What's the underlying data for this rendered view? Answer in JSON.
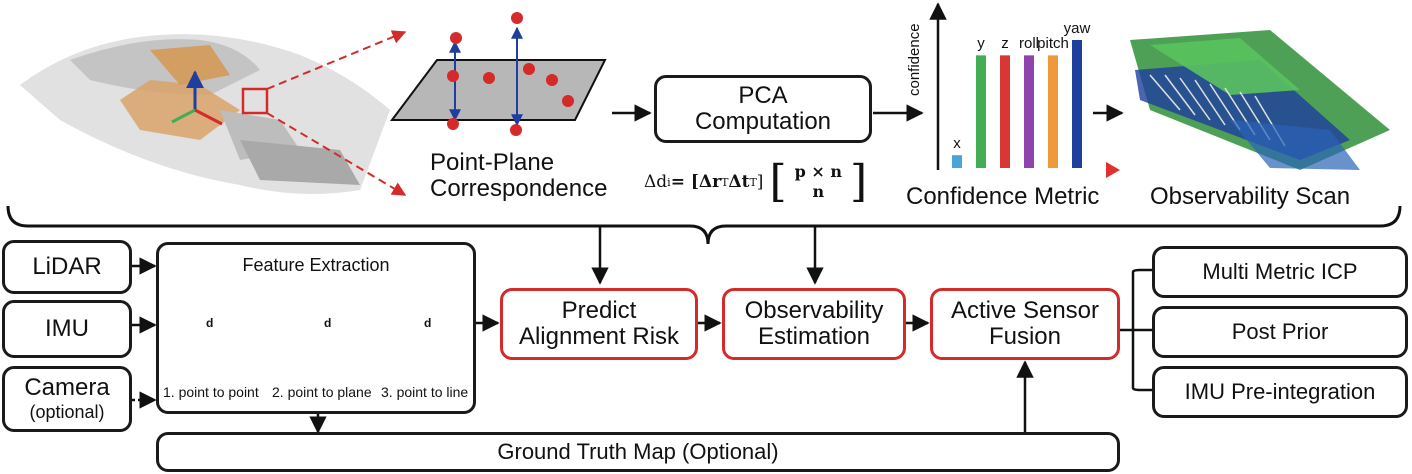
{
  "top": {
    "point_plane_label": "Point-Plane\nCorrespondence",
    "pca_label": "PCA\nComputation",
    "equation_lhs": "Δd",
    "equation_sub": "i",
    "equation_eq": " = [Δr",
    "equation_mid": "T",
    "equation_t": " Δt",
    "equation_t_sup": "T",
    "equation_close": "]",
    "vec_top": "p × n",
    "vec_bottom": "n",
    "confidence_axis": "confidence",
    "confidence_metric_label": "Confidence Metric",
    "observability_scan_label": "Observability Scan",
    "bars": [
      {
        "name": "x",
        "value": 0.1,
        "color": "#4ba3d8"
      },
      {
        "name": "y",
        "value": 0.88,
        "color": "#43ad56"
      },
      {
        "name": "z",
        "value": 0.88,
        "color": "#d93636"
      },
      {
        "name": "roll",
        "value": 0.88,
        "color": "#8e44ad"
      },
      {
        "name": "pitch",
        "value": 0.88,
        "color": "#ee9a3a"
      },
      {
        "name": "yaw",
        "value": 1.0,
        "color": "#1f3f9e"
      }
    ]
  },
  "inputs": {
    "lidar": "LiDAR",
    "imu": "IMU",
    "camera": "Camera",
    "camera_note": "(optional)"
  },
  "feature": {
    "title": "Feature Extraction",
    "d_label": "d",
    "p2p": "1. point to point",
    "p2plane": "2. point to plane",
    "p2line": "3. point to line"
  },
  "pipeline": {
    "predict": "Predict\nAlignment Risk",
    "observability": "Observability\nEstimation",
    "fusion": "Active Sensor\nFusion"
  },
  "outputs": {
    "icp": "Multi Metric ICP",
    "post_prior": "Post Prior",
    "imu_preint": "IMU Pre-integration"
  },
  "ground_truth": "Ground Truth Map (Optional)"
}
